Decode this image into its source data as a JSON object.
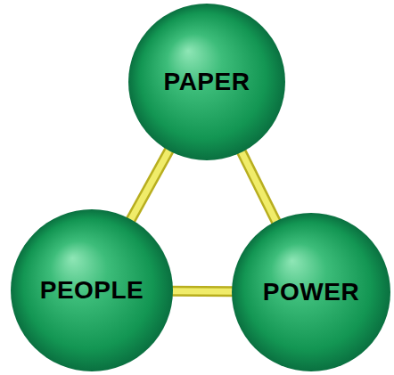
{
  "diagram": {
    "nodes": [
      {
        "text": [
          "PAPER"
        ]
      },
      {
        "text": [
          "PEOPLE"
        ]
      },
      {
        "text": [
          "POWER"
        ]
      }
    ],
    "edges": [
      {
        "from": 0,
        "to": 1,
        "arrow": "none"
      },
      {
        "from": 0,
        "to": 2,
        "arrow": "none"
      },
      {
        "from": 1,
        "to": 2,
        "arrow": "none"
      }
    ]
  }
}
